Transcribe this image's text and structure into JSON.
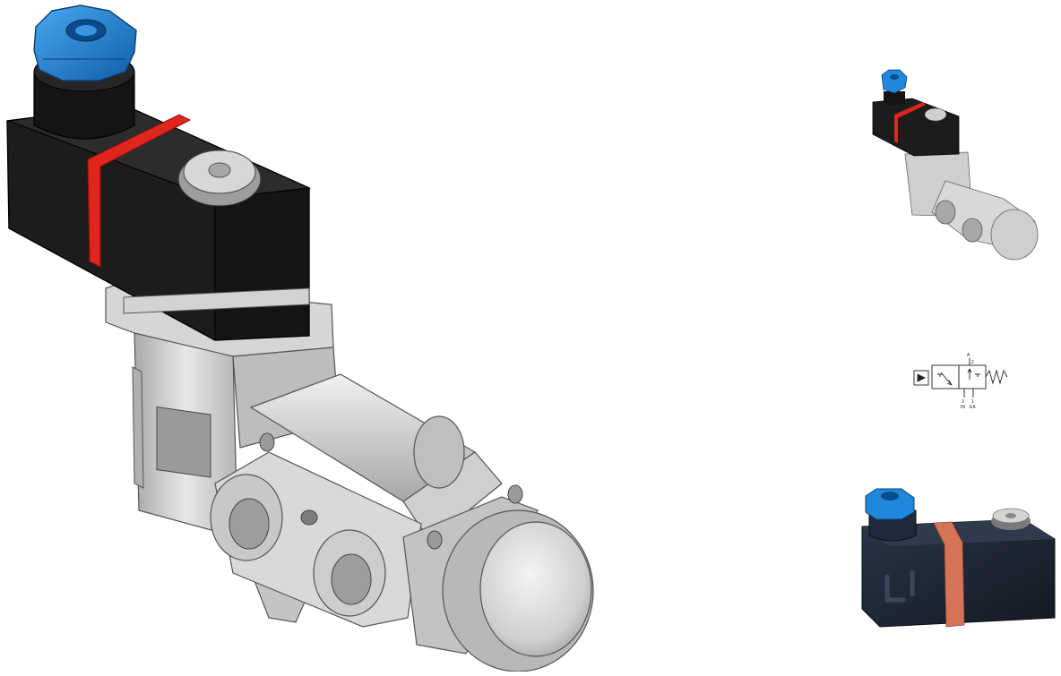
{
  "palette": {
    "metal_light": "#e6e6e6",
    "metal_mid": "#c8c8c8",
    "metal_dark": "#8f8f8f",
    "coil_black": "#1b1b1b",
    "coil_edge": "#2e2e2e",
    "band_red": "#e0251d",
    "band_copper": "#d77458",
    "cap_blue": "#1f88db",
    "cap_blue_dark": "#0f5ea8",
    "coil_navy": "#1a2230"
  },
  "symbol": {
    "port_top": "A",
    "port_top_num": "2",
    "port_inlet_num": "3",
    "port_inlet_label": "IN",
    "port_exhaust_num": "1",
    "port_exhaust_label": "EA"
  }
}
